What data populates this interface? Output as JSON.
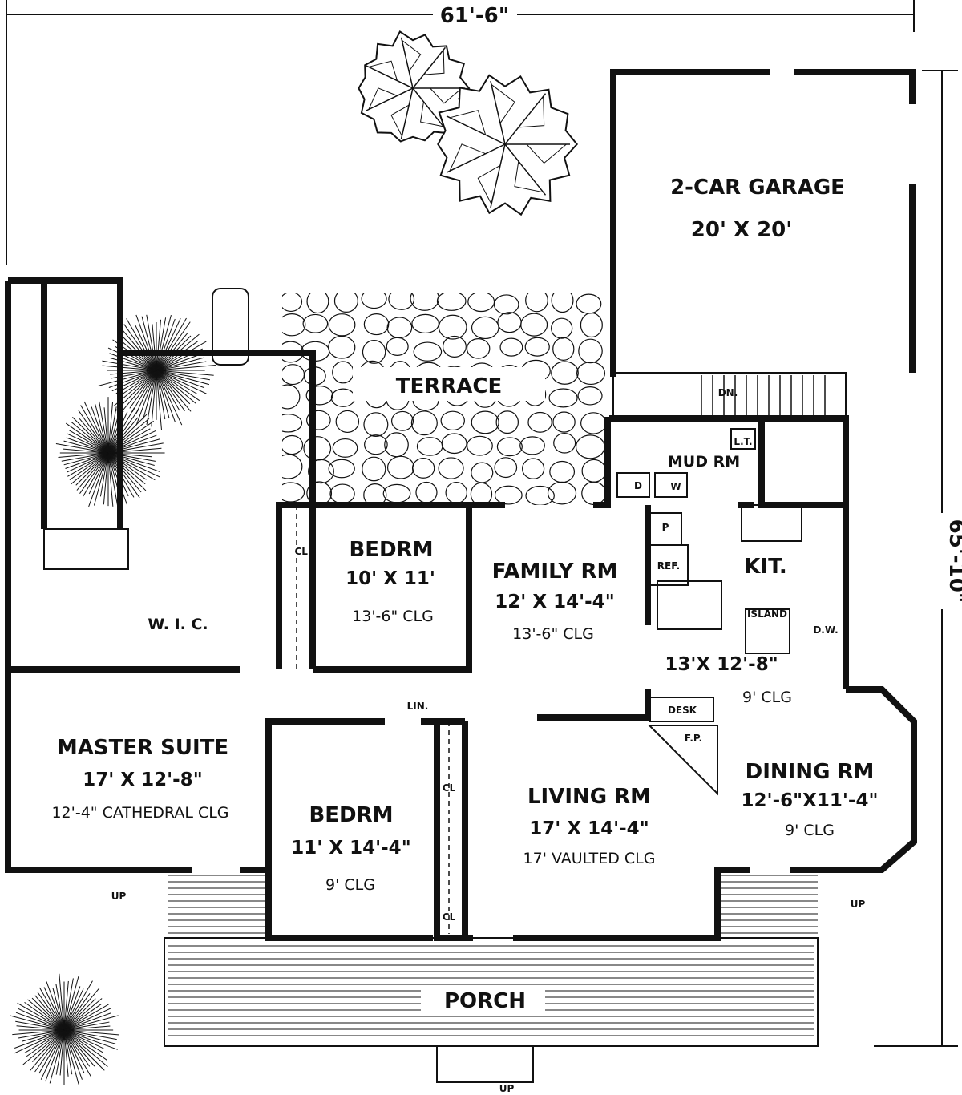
{
  "dimensions": {
    "width": "61'-6\"",
    "depth": "65'-10\""
  },
  "garage": {
    "name": "2-CAR GARAGE",
    "size": "20' X 20'"
  },
  "terrace": {
    "name": "TERRACE"
  },
  "stairs": {
    "label": "DN."
  },
  "mud_room": {
    "name": "MUD RM",
    "laundry_tub": "L.T.",
    "dryer": "D",
    "washer": "W"
  },
  "kitchen": {
    "name": "KIT.",
    "pantry": "P",
    "refrigerator": "REF.",
    "island": "ISLAND",
    "dishwasher": "D.W.",
    "size": "13'X 12'-8\"",
    "ceiling": "9' CLG",
    "desk": "DESK",
    "fireplace": "F.P."
  },
  "bedroom1": {
    "name": "BEDRM",
    "size": "10' X 11'",
    "ceiling": "13'-6\" CLG",
    "closet": "CL."
  },
  "family_room": {
    "name": "FAMILY RM",
    "size": "12' X 14'-4\"",
    "ceiling": "13'-6\" CLG"
  },
  "walk_in_closet": {
    "name": "W. I. C."
  },
  "master_suite": {
    "name": "MASTER SUITE",
    "size": "17' X 12'-8\"",
    "ceiling": "12'-4\" CATHEDRAL CLG"
  },
  "linen": {
    "name": "LIN."
  },
  "closets": [
    "CL",
    "CL"
  ],
  "bedroom2": {
    "name": "BEDRM",
    "size": "11' X 14'-4\"",
    "ceiling": "9' CLG"
  },
  "living_room": {
    "name": "LIVING RM",
    "size": "17' X 14'-4\"",
    "ceiling": "17' VAULTED CLG"
  },
  "dining_room": {
    "name": "DINING RM",
    "size": "12'-6\"X11'-4\"",
    "ceiling": "9' CLG"
  },
  "porch": {
    "name": "PORCH"
  },
  "up_labels": [
    "UP",
    "UP",
    "UP"
  ],
  "colors": {
    "ink": "#111111",
    "paper": "#ffffff"
  }
}
